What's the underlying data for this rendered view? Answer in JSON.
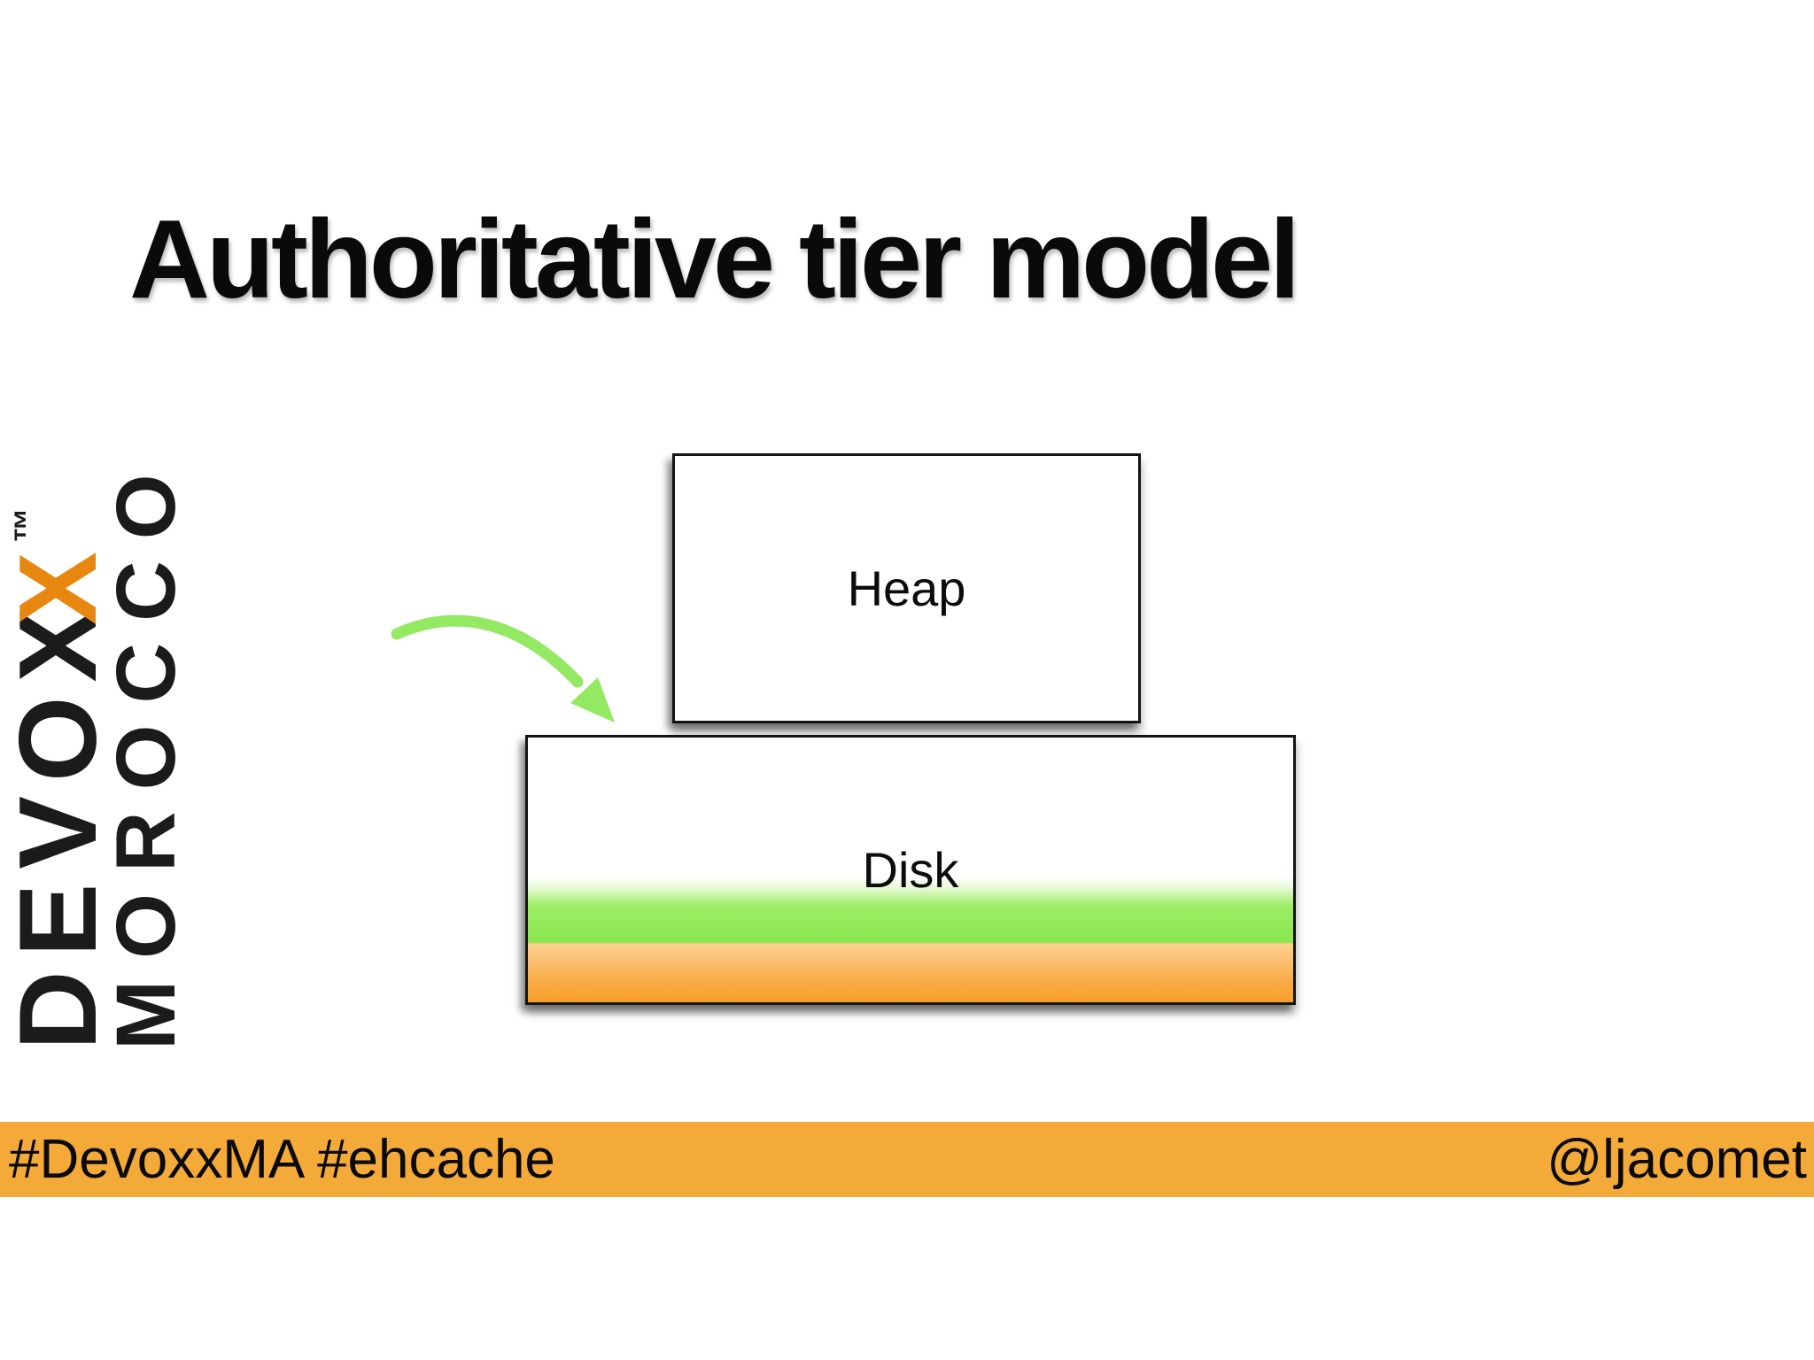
{
  "slide": {
    "title": "Authoritative tier model",
    "logo": {
      "devoxx_prefix": "DEVOX",
      "devoxx_orange_x": "X",
      "trademark": "™",
      "morocco": "MOROCCO",
      "orange_color": "#E8870F",
      "black_color": "#1B1B1B"
    },
    "diagram": {
      "heap_label": "Heap",
      "disk_label": "Disk",
      "arrow_icon": "curved-arrow-icon",
      "arrow_color": "#94E962",
      "disk_green_band_color": "#8BE64F",
      "disk_orange_band_color": "#F79E2B"
    },
    "footer": {
      "left_text": "#DevoxxMA #ehcache",
      "right_text": "@ljacomet",
      "bar_color": "#F4AA38"
    }
  }
}
